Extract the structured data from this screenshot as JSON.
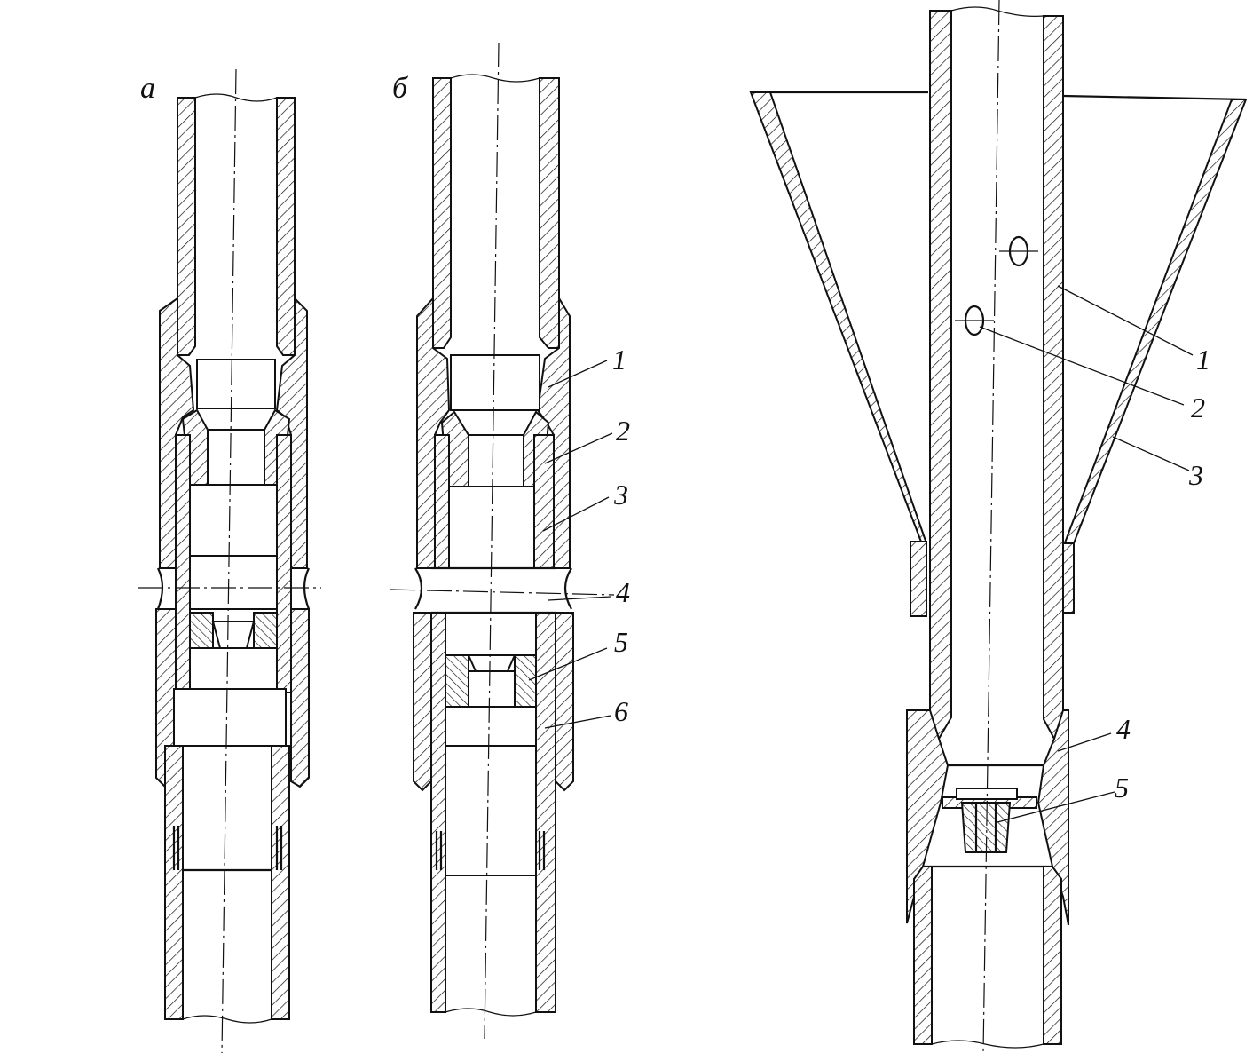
{
  "figure": {
    "panel_a_label": "а",
    "panel_b_label": "б",
    "panel_b_callouts": [
      "1",
      "2",
      "3",
      "4",
      "5",
      "6"
    ],
    "right_callouts": [
      "1",
      "2",
      "3",
      "4",
      "5"
    ]
  }
}
